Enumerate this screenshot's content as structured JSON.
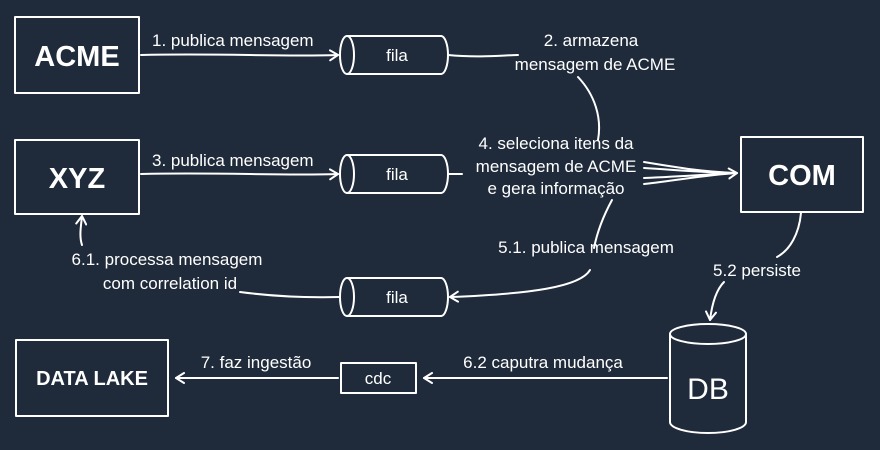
{
  "nodes": {
    "acme": "ACME",
    "xyz": "XYZ",
    "com": "COM",
    "data_lake": "DATA LAKE",
    "db": "DB",
    "fila_1": "fila",
    "fila_2": "fila",
    "fila_3": "fila",
    "cdc": "cdc"
  },
  "edges": {
    "e1": "1. publica mensagem",
    "e2": [
      "2. armazena",
      "mensagem de ACME"
    ],
    "e3": "3. publica mensagem",
    "e4": [
      "4. seleciona itens da",
      "mensagem de ACME",
      "e gera informação"
    ],
    "e51": "5.1. publica mensagem",
    "e52": "5.2 persiste",
    "e61": [
      "6.1. processa mensagem",
      "com correlation id"
    ],
    "e62": "6.2 caputra mudança",
    "e7": "7. faz ingestão"
  },
  "colors": {
    "background": "#1f2a3a",
    "stroke": "#ffffff",
    "text": "#ffffff"
  }
}
